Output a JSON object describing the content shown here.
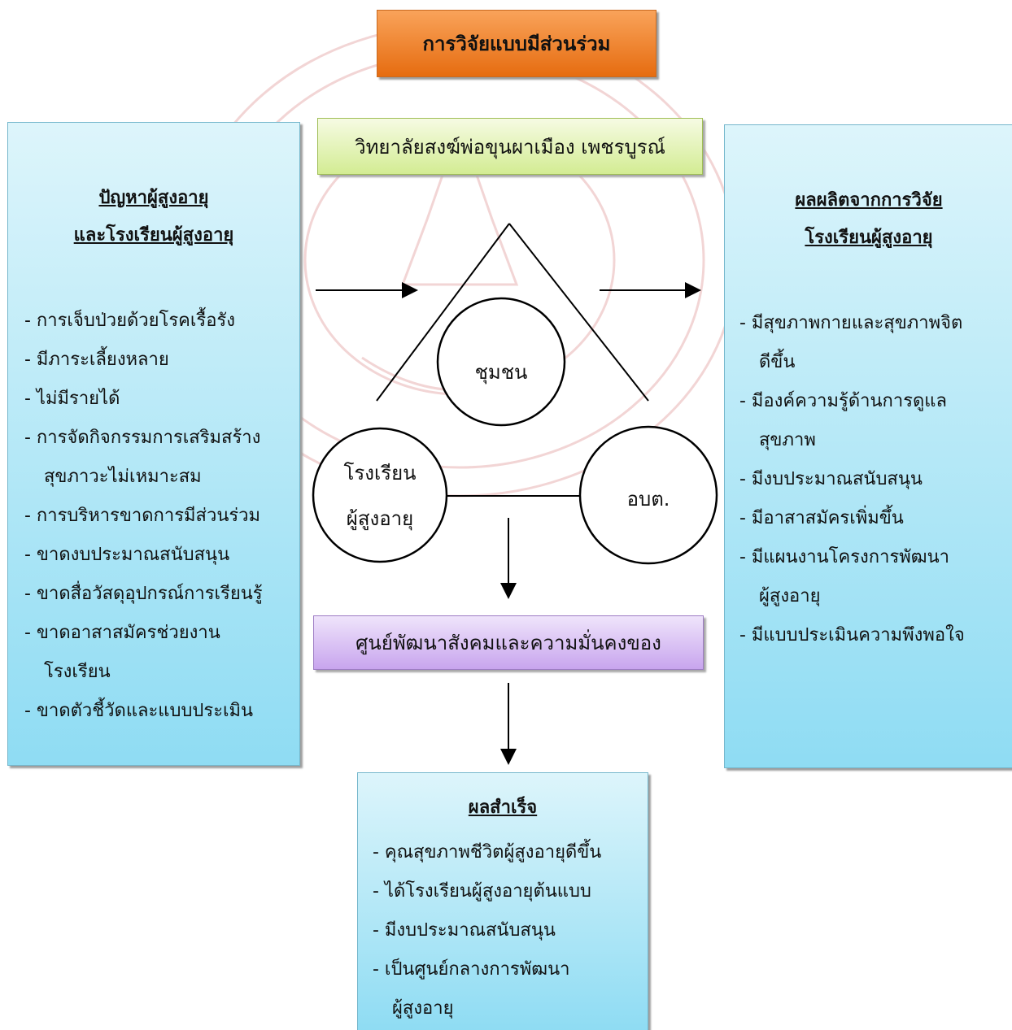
{
  "title": "การวิจัยแบบมีส่วนร่วม",
  "college": "วิทยาลัยสงฆ์พ่อขุนผาเมือง เพชรบูรณ์",
  "problems": {
    "heading_line1": "ปัญหาผู้สูงอายุ",
    "heading_line2": "และโรงเรียนผู้สูงอายุ",
    "items": [
      "- การเจ็บป่วยด้วยโรคเรื้อรัง",
      "- มีภาระเลี้ยงหลาย",
      "- ไม่มีรายได้",
      "- การจัดกิจกรรมการเสริมสร้าง",
      "สุขภาวะไม่เหมาะสม",
      "- การบริหารขาดการมีส่วนร่วม",
      "- ขาดงบประมาณสนับสนุน",
      "- ขาดสื่อวัสดุอุปกรณ์การเรียนรู้",
      "- ขาดอาสาสมัครช่วยงาน",
      "โรงเรียน",
      "- ขาดตัวชี้วัดและแบบประเมิน"
    ]
  },
  "outputs": {
    "heading_line1": "ผลผลิตจากการวิจัย",
    "heading_line2": "โรงเรียนผู้สูงอายุ",
    "items": [
      "- มีสุขภาพกายและสุขภาพจิต",
      "ดีขึ้น",
      "- มีองค์ความรู้ด้านการดูแล",
      "สุขภาพ",
      "- มีงบประมาณสนับสนุน",
      "- มีอาสาสมัครเพิ่มขึ้น",
      "- มีแผนงานโครงการพัฒนา",
      "ผู้สูงอายุ",
      "-  มีแบบประเมินความพึงพอใจ"
    ]
  },
  "nodes": {
    "community": "ชุมชน",
    "school_line1": "โรงเรียน",
    "school_line2": "ผู้สูงอายุ",
    "sao": "อบต."
  },
  "center": "ศูนย์พัฒนาสังคมและความมั่นคงของ",
  "results": {
    "heading": "ผลสำเร็จ",
    "items": [
      "- คุณสุขภาพชีวิตผู้สูงอายุดีขึ้น",
      "- ได้โรงเรียนผู้สูงอายุต้นแบบ",
      "- มีงบประมาณสนับสนุน",
      "- เป็นศูนย์กลางการพัฒนา",
      "ผู้สูงอายุ"
    ]
  }
}
